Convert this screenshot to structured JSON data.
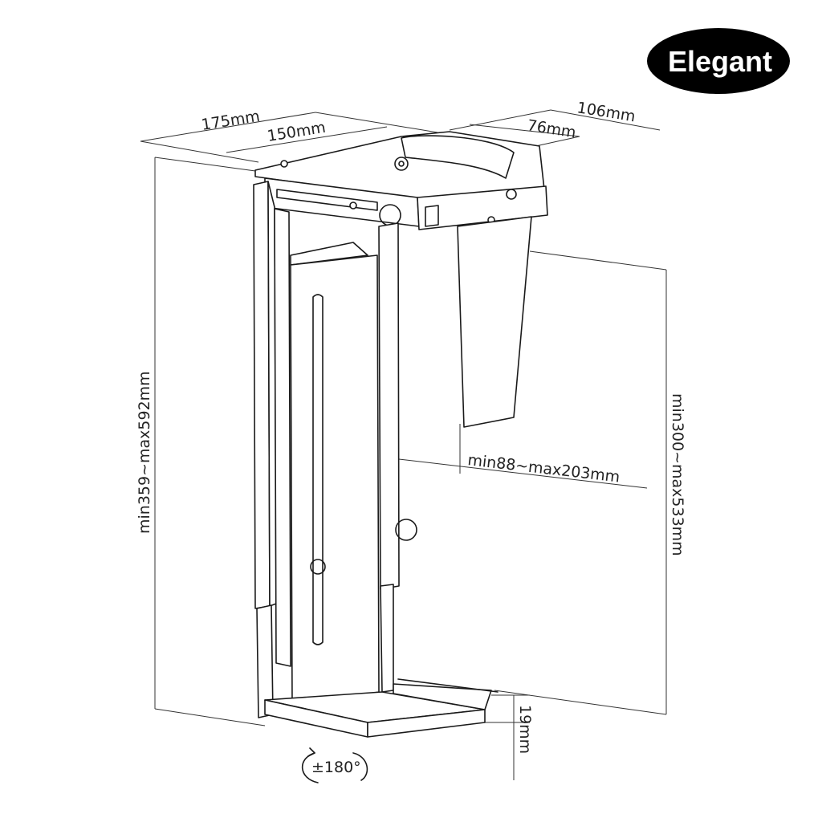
{
  "logo": {
    "text": "Elegant",
    "background": "#000000",
    "color": "#ffffff"
  },
  "dimensions": {
    "top_width_outer": "175mm",
    "top_width_inner": "150mm",
    "top_depth_outer": "106mm",
    "top_depth_inner": "76mm",
    "height_total": "min359~max592mm",
    "height_inner": "min300~max533mm",
    "width_adjust": "min88~max203mm",
    "base_thickness": "19mm",
    "rotation": "±180°"
  }
}
